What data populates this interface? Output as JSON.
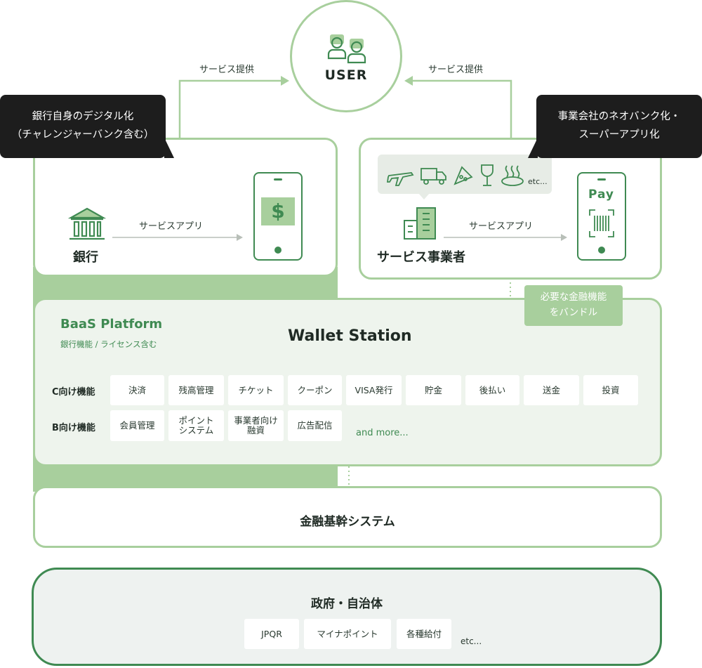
{
  "user": {
    "label": "USER"
  },
  "arrows": {
    "left_label": "サービス提供",
    "right_label": "サービス提供"
  },
  "left_callout": {
    "line1": "銀行自身のデジタル化",
    "line2": "（チャレンジャーバンク含む）"
  },
  "right_callout": {
    "line1": "事業会社のネオバンク化・",
    "line2": "スーパーアプリ化"
  },
  "bank_panel": {
    "entity_label": "銀行",
    "app_label": "サービスアプリ",
    "phone_symbol": "$"
  },
  "business_panel": {
    "entity_label": "サービス事業者",
    "app_label": "サービスアプリ",
    "phone_label": "Pay",
    "icons_etc": "etc..."
  },
  "bundle_bubble": {
    "line1": "必要な金融機能",
    "line2": "をバンドル"
  },
  "platform": {
    "title": "BaaS Platform",
    "subtitle": "銀行機能 / ライセンス含む",
    "name": "Wallet Station",
    "c_row_label": "C向け機能",
    "b_row_label": "B向け機能",
    "c_items": [
      "決済",
      "残高管理",
      "チケット",
      "クーポン",
      "VISA発行",
      "貯金",
      "後払い",
      "送金",
      "投資"
    ],
    "b_items": [
      {
        "line1": "会員管理",
        "line2": ""
      },
      {
        "line1": "ポイント",
        "line2": "システム"
      },
      {
        "line1": "事業者向け",
        "line2": "融資"
      },
      {
        "line1": "広告配信",
        "line2": ""
      }
    ],
    "more": "and more..."
  },
  "core_system": {
    "label": "金融基幹システム"
  },
  "government": {
    "title": "政府・自治体",
    "items": [
      "JPQR",
      "マイナポイント",
      "各種給付"
    ],
    "etc": "etc..."
  },
  "colors": {
    "accent": "#3f8a52",
    "light_green": "#a8cf9d",
    "pale_bg": "#eef4ed",
    "gov_border": "#3f8a52"
  }
}
